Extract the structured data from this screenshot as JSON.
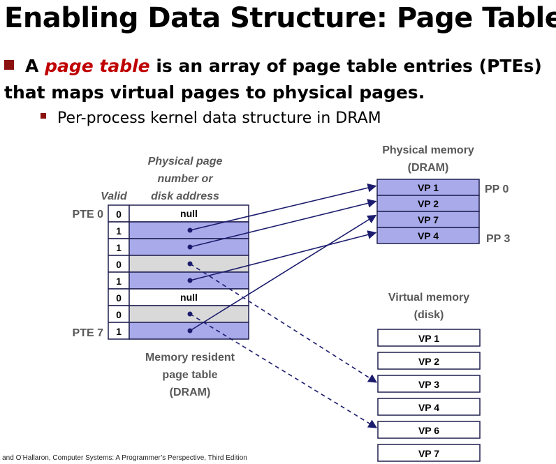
{
  "title": "Enabling Data Structure: Page Table",
  "bullet1": {
    "prefix": "A ",
    "emphasis": "page table",
    "rest": " is an array of page table entries (PTEs) that maps virtual pages to physical pages."
  },
  "bullet2": "Per-process kernel data structure in DRAM",
  "page_table": {
    "header_valid": "Valid",
    "header_ppn": "Physical page number or disk address",
    "pte_labels": [
      "PTE 0",
      "PTE 7"
    ],
    "caption": "Memory resident page table (DRAM)",
    "rows": [
      {
        "valid": "0",
        "text": "null"
      },
      {
        "valid": "1",
        "text": ""
      },
      {
        "valid": "1",
        "text": ""
      },
      {
        "valid": "0",
        "text": ""
      },
      {
        "valid": "1",
        "text": ""
      },
      {
        "valid": "0",
        "text": "null"
      },
      {
        "valid": "0",
        "text": ""
      },
      {
        "valid": "1",
        "text": ""
      }
    ]
  },
  "physical_memory": {
    "title": "Physical memory (DRAM)",
    "pages": [
      "VP 1",
      "VP 2",
      "VP 7",
      "VP 4"
    ],
    "labels": [
      "PP 0",
      "PP 3"
    ]
  },
  "virtual_memory": {
    "title": "Virtual memory (disk)",
    "pages": [
      "VP 1",
      "VP 2",
      "VP 3",
      "VP 4",
      "VP 6",
      "VP 7"
    ]
  },
  "footer": "nt and O’Hallaron, Computer Systems: A Programmer’s Perspective, Third Edition",
  "colors": {
    "resident_fill": "#a9aaea",
    "disk_fill": "#d9d9d9",
    "arrow": "#1c1c6e",
    "bullet": "#8b1010",
    "emphasis": "#c00000",
    "label_gray": "#595959"
  }
}
